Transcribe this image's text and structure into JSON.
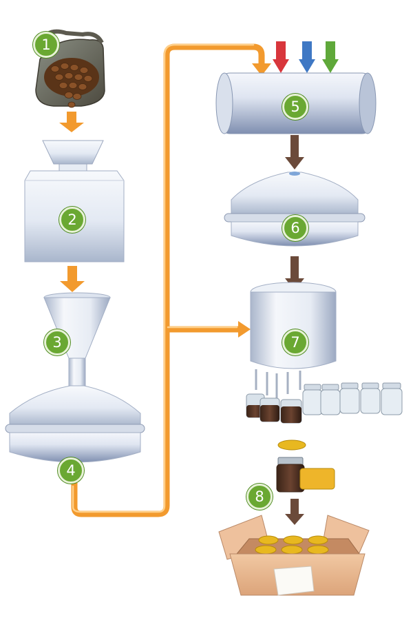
{
  "steps": [
    {
      "number": "1",
      "stage": "coffee-bean-sack"
    },
    {
      "number": "2",
      "stage": "roaster"
    },
    {
      "number": "3",
      "stage": "grinder-hopper"
    },
    {
      "number": "4",
      "stage": "extraction-tank"
    },
    {
      "number": "5",
      "stage": "mixing-cylinder"
    },
    {
      "number": "6",
      "stage": "concentrator"
    },
    {
      "number": "7",
      "stage": "filling-tank"
    },
    {
      "number": "8",
      "stage": "packing-box"
    }
  ],
  "colors": {
    "badge_fill": "#6aa832",
    "flow_orange": "#f29a2e",
    "flow_brown": "#6b4a3a",
    "input_red": "#d8363c",
    "input_blue": "#3f78c4",
    "input_green": "#5fa83a",
    "machine_white": "#eef2f8",
    "jar_lid": "#e8b820",
    "box_cardboard": "#e9b992",
    "bean_brown": "#7a4a24"
  },
  "icons": [
    "arrow-down-icon",
    "jar-icon",
    "jar-lid-icon",
    "coffee-bean-icon"
  ]
}
